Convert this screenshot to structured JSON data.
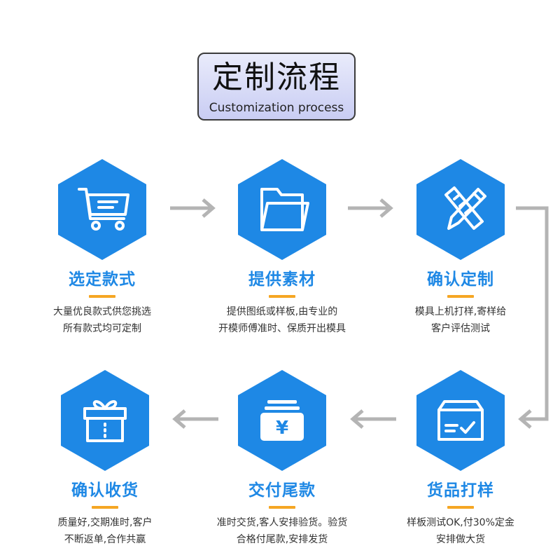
{
  "title": {
    "chinese": "定制流程",
    "english": "Customization process"
  },
  "steps": [
    {
      "title": "选定款式",
      "line1": "大量优良款式供您挑选",
      "line2": "所有款式均可定制",
      "icon": "shopping-cart-icon"
    },
    {
      "title": "提供素材",
      "line1": "提供图纸或样板,由专业的",
      "line2": "开模师傅准时、保质开出模具",
      "icon": "folder-icon"
    },
    {
      "title": "确认定制",
      "line1": "模具上机打样,寄样给",
      "line2": "客户评估测试",
      "icon": "pencil-ruler-icon"
    },
    {
      "title": "货品打样",
      "line1": "样板测试OK,付30%定金",
      "line2": "安排做大货",
      "icon": "box-check-icon"
    },
    {
      "title": "交付尾款",
      "line1": "准时交货,客人安排验货。验货",
      "line2": "合格付尾款,安排发货",
      "icon": "yen-payment-icon"
    },
    {
      "title": "确认收货",
      "line1": "质量好,交期准时,客户",
      "line2": "不断返单,合作共赢",
      "icon": "gift-box-icon"
    }
  ],
  "colors": {
    "hex_fill": "#1e88e5",
    "title_text": "#1e88e5",
    "underline": "#f5a623",
    "arrow": "#b4b4b4"
  }
}
